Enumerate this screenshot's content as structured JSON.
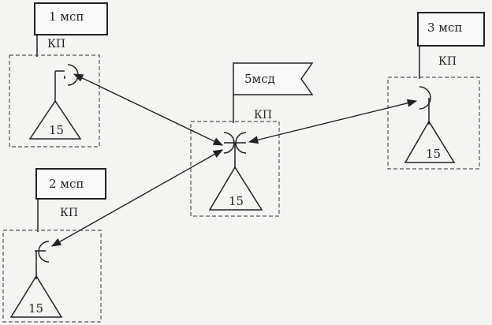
{
  "nodes": {
    "p1": {
      "flag": "1 мсп",
      "kp": "КП",
      "count": "15"
    },
    "p2": {
      "flag": "2 мсп",
      "kp": "КП",
      "count": "15"
    },
    "p3": {
      "flag": "3 мсп",
      "kp": "КП",
      "count": "15"
    },
    "p5": {
      "flag": "5мсд",
      "kp": "КП",
      "count": "15"
    }
  }
}
